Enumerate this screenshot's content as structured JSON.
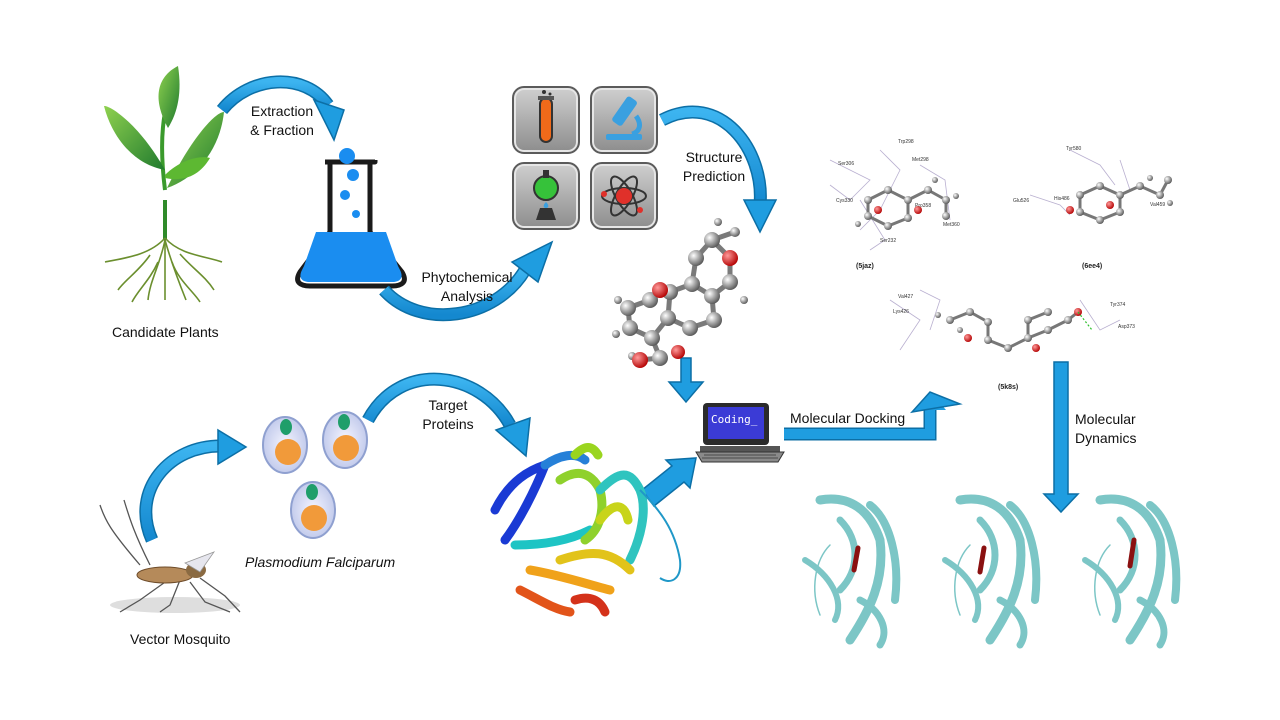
{
  "labels": {
    "candidate_plants": "Candidate Plants",
    "extraction_line1": "Extraction",
    "extraction_line2": "& Fraction",
    "phytochemical_line1": "Phytochemical",
    "phytochemical_line2": "Analysis",
    "structure_line1": "Structure",
    "structure_line2": "Prediction",
    "molecular_docking": "Molecular Docking",
    "molecular_dynamics_line1": "Molecular",
    "molecular_dynamics_line2": "Dynamics",
    "target_line1": "Target",
    "target_line2": "Proteins",
    "plasmodium": "Plasmodium Falciparum",
    "vector_mosquito": "Vector Mosquito",
    "coding": "Coding_"
  },
  "docking_panels": [
    {
      "id": "(5jaz)",
      "residues": [
        "Trp298",
        "Met298",
        "Ser306",
        "Cys330",
        "Pro358",
        "Met360",
        "Ser232"
      ]
    },
    {
      "id": "(6ee4)",
      "residues": [
        "Tyr580",
        "Glu526",
        "His486",
        "Val459"
      ]
    },
    {
      "id": "(5k8s)",
      "residues": [
        "Val427",
        "Lys426",
        "Tyr374",
        "Asp373"
      ]
    }
  ],
  "colors": {
    "arrow": "#1f9de0",
    "arrow_dark": "#0c6fa6",
    "flask_liquid": "#1a8df0",
    "protein_teal": "#7cc6c6",
    "plant_green": "#4fa82b",
    "root_green": "#6b8f2e"
  },
  "icons": [
    "test-tube-icon",
    "microscope-icon",
    "flask-burner-icon",
    "atom-icon"
  ]
}
